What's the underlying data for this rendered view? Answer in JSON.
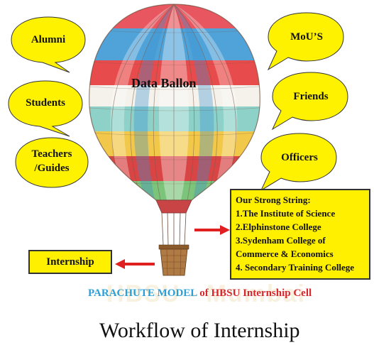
{
  "balloon_label": "Data Ballon",
  "left_bubbles": [
    {
      "label": "Alumni"
    },
    {
      "label": "Students"
    },
    {
      "label_line1": "Teachers",
      "label_line2": "/Guides"
    }
  ],
  "right_bubbles": [
    {
      "label": "MoU’S"
    },
    {
      "label": "Friends"
    },
    {
      "label": "Officers"
    }
  ],
  "strong_string": {
    "title": "Our Strong String:",
    "items": [
      "1.The Institute of Science",
      "2.Elphinstone College",
      "3.Sydenham College of",
      "Commerce & Economics",
      "4. Secondary Training College"
    ]
  },
  "internship_box": "Internship",
  "caption": {
    "part1": "PARACHUTE MODEL ",
    "part2": "of HBSU Internship Cell"
  },
  "watermark_text": "HBSU - Mumbai",
  "footer_title": "Workflow of Internship",
  "colors": {
    "bubble_fill": "#fff200",
    "box_fill": "#fff000",
    "arrow_red": "#e02020",
    "caption_blue": "#2a9fd8",
    "caption_red": "#d9262c"
  }
}
